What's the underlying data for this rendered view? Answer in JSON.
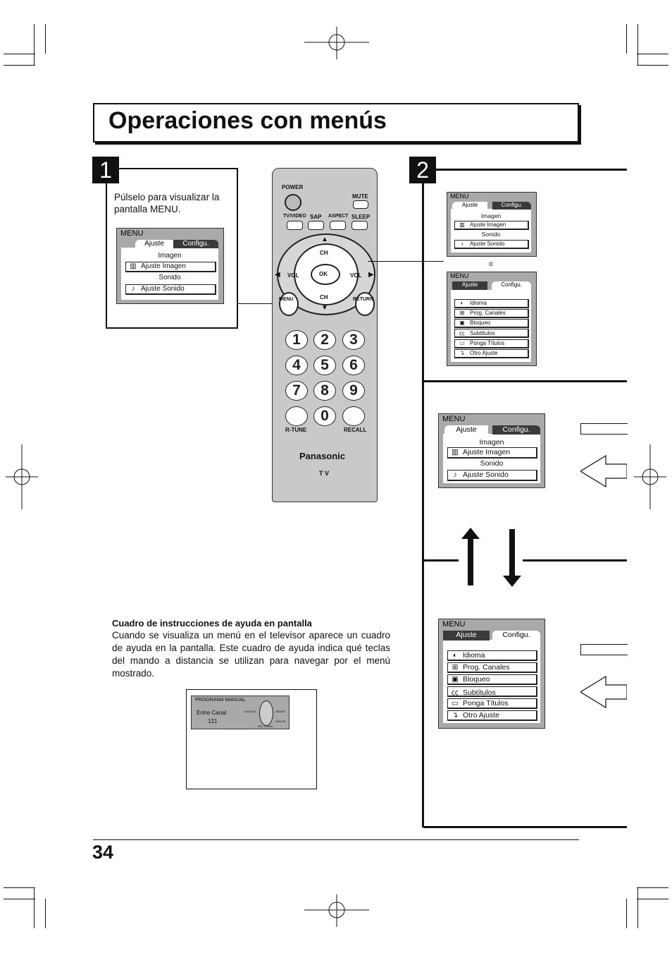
{
  "page": {
    "title": "Operaciones con menús",
    "page_number": "34"
  },
  "step1": {
    "number": "1",
    "instruction": "Púlselo para visualizar la pantalla MENU."
  },
  "step2": {
    "number": "2",
    "or_label": "o"
  },
  "menu_common": {
    "header": "MENU",
    "tab_ajuste": "Ajuste",
    "tab_configu": "Configu."
  },
  "menu_picture": {
    "imagen_label": "Imagen",
    "ajuste_imagen": "Ajuste Imagen",
    "sonido_label": "Sonido",
    "ajuste_sonido": "Ajuste Sonido"
  },
  "menu_setup": {
    "items": [
      "Idioma",
      "Prog. Canales",
      "Bloqueo",
      "Subtítulos",
      "Ponga Títulos",
      "Otro Ajuste"
    ]
  },
  "remote": {
    "power": "POWER",
    "mute": "MUTE",
    "tv_video": "TV/VIDEO",
    "sap": "SAP",
    "aspect": "ASPECT",
    "sleep": "SLEEP",
    "ch": "CH",
    "vol": "VOL",
    "ok": "OK",
    "menu": "MENU",
    "return": "RETURN",
    "digits": [
      "1",
      "2",
      "3",
      "4",
      "5",
      "6",
      "7",
      "8",
      "9",
      "0"
    ],
    "r_tune": "R-TUNE",
    "recall": "RECALL",
    "brand": "Panasonic",
    "tv": "T V"
  },
  "help": {
    "title": "Cuadro de instrucciones de ayuda en pantalla",
    "text": "Cuando se visualiza un menú en el televisor aparece un cuadro de ayuda en la pantalla. Este cuadro de ayuda indica qué teclas del mando a distancia se utilizan para navegar por el menú mostrado.",
    "screen_title": "PROGRAMA MANUAL",
    "entre_canal": "Entre Canal",
    "channel": "121",
    "anular": "ANULAR",
    "anade": "AÑADE",
    "sel_canal": "SEL CANAL",
    "vuelve": "VUELVE"
  },
  "colors": {
    "dark": "#111111",
    "menu_bg": "#a9a9a9",
    "tab_dark": "#3a3a3a",
    "remote_body": "#c9c9c9"
  }
}
